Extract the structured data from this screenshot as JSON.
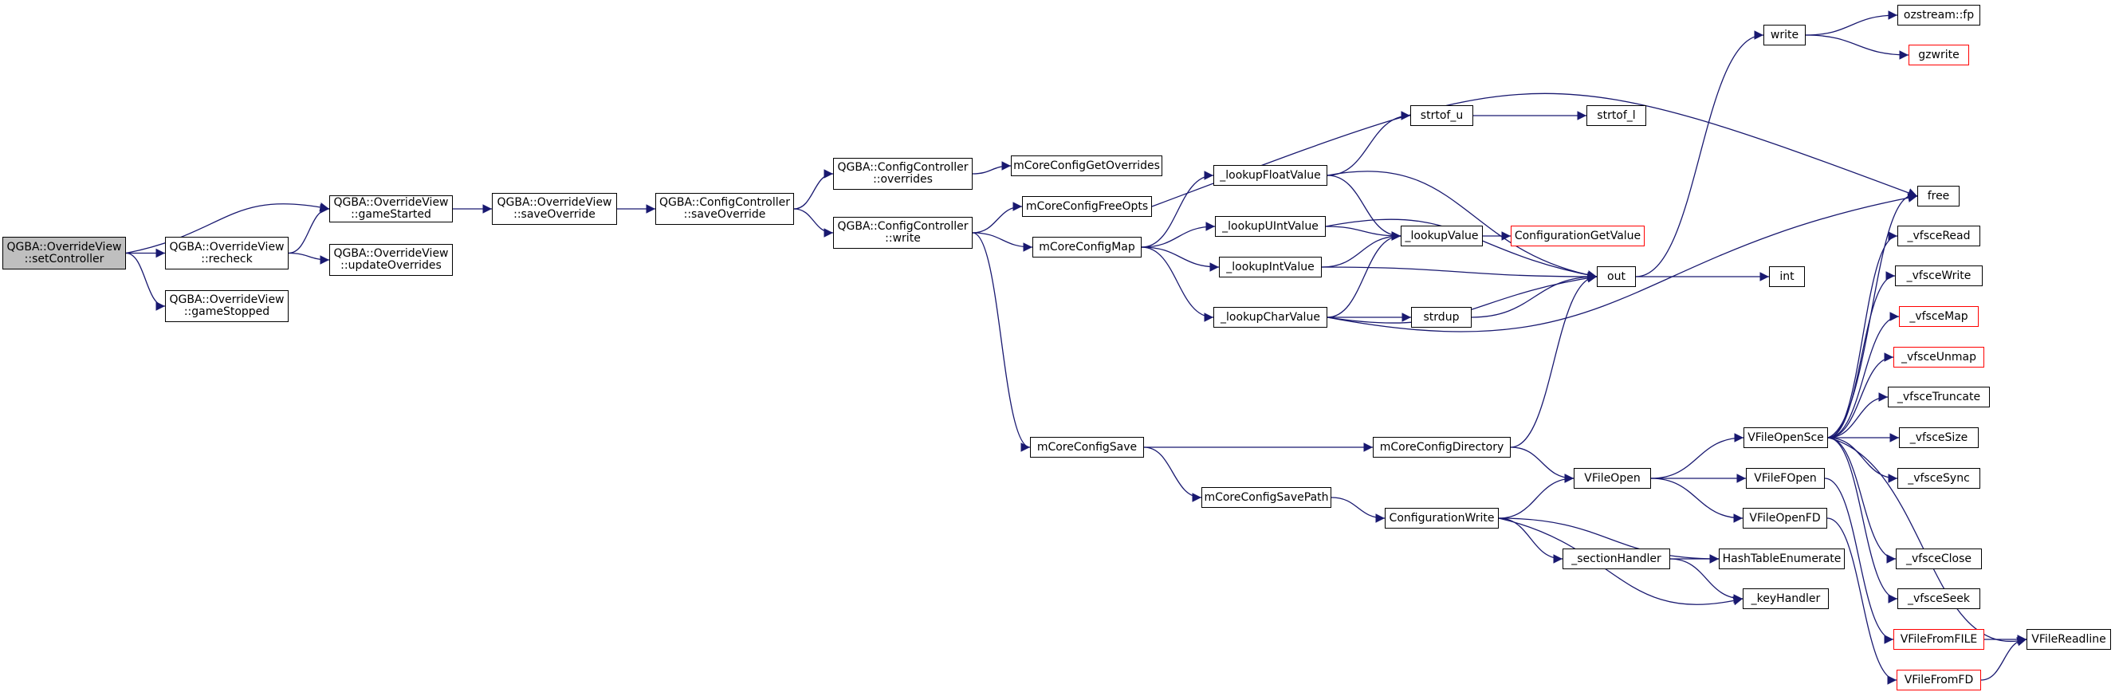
{
  "nodes": [
    {
      "id": "setController",
      "lines": [
        "QGBA::OverrideView",
        "::setController"
      ],
      "style": "root"
    },
    {
      "id": "gameStarted",
      "lines": [
        "QGBA::OverrideView",
        "::gameStarted"
      ],
      "style": "normal"
    },
    {
      "id": "recheck",
      "lines": [
        "QGBA::OverrideView",
        "::recheck"
      ],
      "style": "normal"
    },
    {
      "id": "gameStopped",
      "lines": [
        "QGBA::OverrideView",
        "::gameStopped"
      ],
      "style": "normal"
    },
    {
      "id": "updateOverrides",
      "lines": [
        "QGBA::OverrideView",
        "::updateOverrides"
      ],
      "style": "normal"
    },
    {
      "id": "saveOverrideOV",
      "lines": [
        "QGBA::OverrideView",
        "::saveOverride"
      ],
      "style": "normal"
    },
    {
      "id": "saveOverrideCC",
      "lines": [
        "QGBA::ConfigController",
        "::saveOverride"
      ],
      "style": "normal"
    },
    {
      "id": "overridesCC",
      "lines": [
        "QGBA::ConfigController",
        "::overrides"
      ],
      "style": "normal"
    },
    {
      "id": "writeCC",
      "lines": [
        "QGBA::ConfigController",
        "::write"
      ],
      "style": "normal"
    },
    {
      "id": "mCoreConfigGetOverrides",
      "lines": [
        "mCoreConfigGetOverrides"
      ],
      "style": "normal"
    },
    {
      "id": "mCoreConfigFreeOpts",
      "lines": [
        "mCoreConfigFreeOpts"
      ],
      "style": "normal"
    },
    {
      "id": "mCoreConfigMap",
      "lines": [
        "mCoreConfigMap"
      ],
      "style": "normal"
    },
    {
      "id": "mCoreConfigSave",
      "lines": [
        "mCoreConfigSave"
      ],
      "style": "normal"
    },
    {
      "id": "mCoreConfigSavePath",
      "lines": [
        "mCoreConfigSavePath"
      ],
      "style": "normal"
    },
    {
      "id": "mCoreConfigDirectory",
      "lines": [
        "mCoreConfigDirectory"
      ],
      "style": "normal"
    },
    {
      "id": "lookupFloatValue",
      "lines": [
        "_lookupFloatValue"
      ],
      "style": "normal"
    },
    {
      "id": "lookupUIntValue",
      "lines": [
        "_lookupUIntValue"
      ],
      "style": "normal"
    },
    {
      "id": "lookupIntValue",
      "lines": [
        "_lookupIntValue"
      ],
      "style": "normal"
    },
    {
      "id": "lookupCharValue",
      "lines": [
        "_lookupCharValue"
      ],
      "style": "normal"
    },
    {
      "id": "strtof_u",
      "lines": [
        "strtof_u"
      ],
      "style": "normal"
    },
    {
      "id": "strtof_l",
      "lines": [
        "strtof_l"
      ],
      "style": "normal"
    },
    {
      "id": "lookupValue",
      "lines": [
        "_lookupValue"
      ],
      "style": "normal"
    },
    {
      "id": "ConfigurationGetValue",
      "lines": [
        "ConfigurationGetValue"
      ],
      "style": "red"
    },
    {
      "id": "strdup",
      "lines": [
        "strdup"
      ],
      "style": "normal"
    },
    {
      "id": "out",
      "lines": [
        "out"
      ],
      "style": "normal"
    },
    {
      "id": "int",
      "lines": [
        "int"
      ],
      "style": "normal"
    },
    {
      "id": "write",
      "lines": [
        "write"
      ],
      "style": "normal"
    },
    {
      "id": "ozstream",
      "lines": [
        "ozstream::fp"
      ],
      "style": "normal"
    },
    {
      "id": "gzwrite",
      "lines": [
        "gzwrite"
      ],
      "style": "red"
    },
    {
      "id": "free",
      "lines": [
        "free"
      ],
      "style": "normal"
    },
    {
      "id": "ConfigurationWrite",
      "lines": [
        "ConfigurationWrite"
      ],
      "style": "normal"
    },
    {
      "id": "sectionHandler",
      "lines": [
        "_sectionHandler"
      ],
      "style": "normal"
    },
    {
      "id": "keyHandler",
      "lines": [
        "_keyHandler"
      ],
      "style": "normal"
    },
    {
      "id": "HashTableEnumerate",
      "lines": [
        "HashTableEnumerate"
      ],
      "style": "normal"
    },
    {
      "id": "VFileOpen",
      "lines": [
        "VFileOpen"
      ],
      "style": "normal"
    },
    {
      "id": "VFileOpenSce",
      "lines": [
        "VFileOpenSce"
      ],
      "style": "normal"
    },
    {
      "id": "VFileFOpen",
      "lines": [
        "VFileFOpen"
      ],
      "style": "normal"
    },
    {
      "id": "VFileOpenFD",
      "lines": [
        "VFileOpenFD"
      ],
      "style": "normal"
    },
    {
      "id": "vfsceRead",
      "lines": [
        "_vfsceRead"
      ],
      "style": "normal"
    },
    {
      "id": "vfsceWrite",
      "lines": [
        "_vfsceWrite"
      ],
      "style": "normal"
    },
    {
      "id": "vfsceMap",
      "lines": [
        "_vfsceMap"
      ],
      "style": "red"
    },
    {
      "id": "vfsceUnmap",
      "lines": [
        "_vfsceUnmap"
      ],
      "style": "red"
    },
    {
      "id": "vfsceTruncate",
      "lines": [
        "_vfsceTruncate"
      ],
      "style": "normal"
    },
    {
      "id": "vfsceSize",
      "lines": [
        "_vfsceSize"
      ],
      "style": "normal"
    },
    {
      "id": "vfsceSync",
      "lines": [
        "_vfsceSync"
      ],
      "style": "normal"
    },
    {
      "id": "vfsceClose",
      "lines": [
        "_vfsceClose"
      ],
      "style": "normal"
    },
    {
      "id": "vfsceSeek",
      "lines": [
        "_vfsceSeek"
      ],
      "style": "normal"
    },
    {
      "id": "VFileFromFILE",
      "lines": [
        "VFileFromFILE"
      ],
      "style": "red"
    },
    {
      "id": "VFileFromFD",
      "lines": [
        "VFileFromFD"
      ],
      "style": "red"
    },
    {
      "id": "VFileReadline",
      "lines": [
        "VFileReadline"
      ],
      "style": "normal"
    }
  ],
  "edges": [
    [
      "setController",
      "gameStarted"
    ],
    [
      "setController",
      "recheck"
    ],
    [
      "setController",
      "gameStopped"
    ],
    [
      "recheck",
      "gameStarted"
    ],
    [
      "recheck",
      "updateOverrides"
    ],
    [
      "gameStarted",
      "saveOverrideOV"
    ],
    [
      "saveOverrideOV",
      "saveOverrideCC"
    ],
    [
      "saveOverrideCC",
      "overridesCC"
    ],
    [
      "saveOverrideCC",
      "writeCC"
    ],
    [
      "overridesCC",
      "mCoreConfigGetOverrides"
    ],
    [
      "writeCC",
      "mCoreConfigFreeOpts"
    ],
    [
      "writeCC",
      "mCoreConfigMap"
    ],
    [
      "writeCC",
      "mCoreConfigSave"
    ],
    [
      "mCoreConfigFreeOpts",
      "free"
    ],
    [
      "mCoreConfigMap",
      "lookupFloatValue"
    ],
    [
      "mCoreConfigMap",
      "lookupUIntValue"
    ],
    [
      "mCoreConfigMap",
      "lookupIntValue"
    ],
    [
      "mCoreConfigMap",
      "lookupCharValue"
    ],
    [
      "lookupFloatValue",
      "strtof_u"
    ],
    [
      "lookupFloatValue",
      "lookupValue"
    ],
    [
      "lookupFloatValue",
      "out"
    ],
    [
      "lookupUIntValue",
      "lookupValue"
    ],
    [
      "lookupUIntValue",
      "out"
    ],
    [
      "lookupIntValue",
      "lookupValue"
    ],
    [
      "lookupIntValue",
      "out"
    ],
    [
      "lookupCharValue",
      "lookupValue"
    ],
    [
      "lookupCharValue",
      "strdup"
    ],
    [
      "lookupCharValue",
      "out"
    ],
    [
      "lookupCharValue",
      "free"
    ],
    [
      "strtof_u",
      "strtof_l"
    ],
    [
      "lookupValue",
      "ConfigurationGetValue"
    ],
    [
      "strdup",
      "out"
    ],
    [
      "out",
      "int"
    ],
    [
      "out",
      "write"
    ],
    [
      "write",
      "ozstream"
    ],
    [
      "write",
      "gzwrite"
    ],
    [
      "mCoreConfigSave",
      "mCoreConfigDirectory"
    ],
    [
      "mCoreConfigSave",
      "mCoreConfigSavePath"
    ],
    [
      "mCoreConfigDirectory",
      "out"
    ],
    [
      "mCoreConfigDirectory",
      "VFileOpen"
    ],
    [
      "mCoreConfigSavePath",
      "ConfigurationWrite"
    ],
    [
      "ConfigurationWrite",
      "VFileOpen"
    ],
    [
      "ConfigurationWrite",
      "HashTableEnumerate"
    ],
    [
      "ConfigurationWrite",
      "sectionHandler"
    ],
    [
      "ConfigurationWrite",
      "keyHandler"
    ],
    [
      "sectionHandler",
      "HashTableEnumerate"
    ],
    [
      "sectionHandler",
      "keyHandler"
    ],
    [
      "VFileOpen",
      "VFileOpenSce"
    ],
    [
      "VFileOpen",
      "VFileFOpen"
    ],
    [
      "VFileOpen",
      "VFileOpenFD"
    ],
    [
      "VFileOpenSce",
      "free"
    ],
    [
      "VFileOpenSce",
      "vfsceRead"
    ],
    [
      "VFileOpenSce",
      "vfsceWrite"
    ],
    [
      "VFileOpenSce",
      "vfsceMap"
    ],
    [
      "VFileOpenSce",
      "vfsceUnmap"
    ],
    [
      "VFileOpenSce",
      "vfsceTruncate"
    ],
    [
      "VFileOpenSce",
      "vfsceSize"
    ],
    [
      "VFileOpenSce",
      "vfsceSync"
    ],
    [
      "VFileOpenSce",
      "vfsceClose"
    ],
    [
      "VFileOpenSce",
      "vfsceSeek"
    ],
    [
      "VFileOpenSce",
      "VFileReadline"
    ],
    [
      "VFileFOpen",
      "VFileFromFILE"
    ],
    [
      "VFileOpenFD",
      "VFileFromFD"
    ],
    [
      "VFileFromFILE",
      "VFileReadline"
    ],
    [
      "VFileFromFD",
      "VFileReadline"
    ]
  ],
  "colors": {
    "edge": "#191970",
    "border": "#000000",
    "missing_border": "#ff0000",
    "root_fill": "#bfbfbf"
  }
}
